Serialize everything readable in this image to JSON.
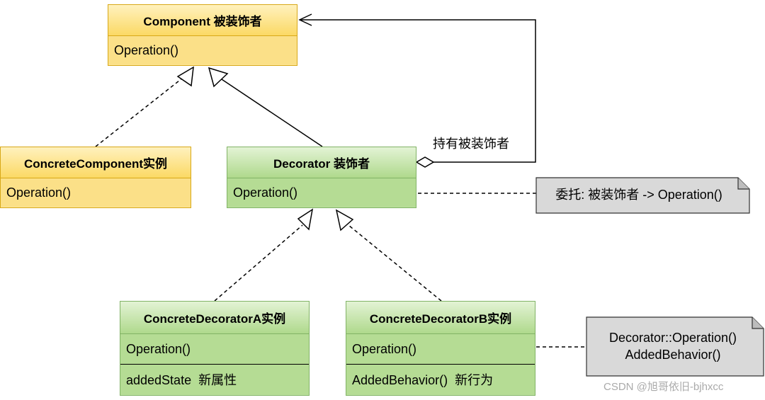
{
  "classes": {
    "component": {
      "title": "Component 被装饰者",
      "ops": [
        "Operation()"
      ]
    },
    "concrete_component": {
      "title": "ConcreteComponent实例",
      "ops": [
        "Operation()"
      ]
    },
    "decorator": {
      "title": "Decorator 装饰者",
      "ops": [
        "Operation()"
      ]
    },
    "concrete_decorator_a": {
      "title": "ConcreteDecoratorA实例",
      "ops": [
        "Operation()",
        "addedState  新属性"
      ]
    },
    "concrete_decorator_b": {
      "title": "ConcreteDecoratorB实例",
      "ops": [
        "Operation()",
        "AddedBehavior()  新行为"
      ]
    }
  },
  "labels": {
    "aggregation": "持有被装饰者"
  },
  "notes": {
    "delegate": "委托: 被装饰者 -> Operation()",
    "behavior_line1": "Decorator::Operation()",
    "behavior_line2": "AddedBehavior()"
  },
  "watermark": "CSDN @旭哥依旧-bjhxcc",
  "colors": {
    "abstract_fill": "#fde596",
    "abstract_border": "#d8a818",
    "decorator_fill": "#b9df9b",
    "decorator_border": "#82b366",
    "note_fill": "#d9d9d9"
  }
}
